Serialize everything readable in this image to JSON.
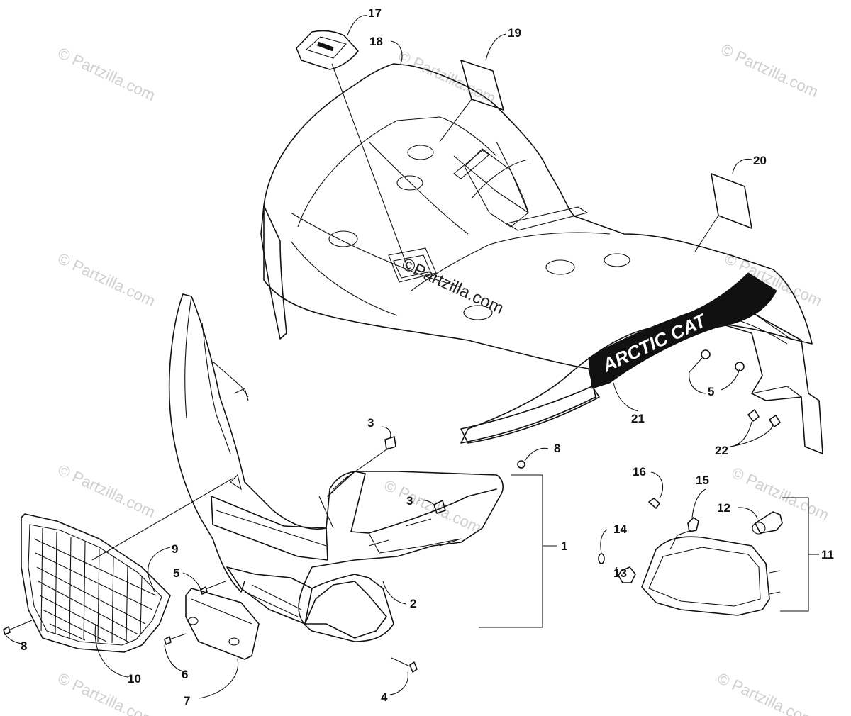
{
  "watermarks": {
    "text": "© Partzilla.com",
    "center_text": "©Partzilla.com"
  },
  "decal": {
    "brand_text": "ARCTIC CAT"
  },
  "callouts": {
    "c1": "1",
    "c2": "2",
    "c3a": "3",
    "c3b": "3",
    "c4": "4",
    "c5a": "5",
    "c5b": "5",
    "c6": "6",
    "c7": "7",
    "c8a": "8",
    "c8b": "8",
    "c9": "9",
    "c10": "10",
    "c11": "11",
    "c12": "12",
    "c13": "13",
    "c14": "14",
    "c15": "15",
    "c16": "16",
    "c17": "17",
    "c18": "18",
    "c19": "19",
    "c20": "20",
    "c21": "21",
    "c22": "22"
  }
}
